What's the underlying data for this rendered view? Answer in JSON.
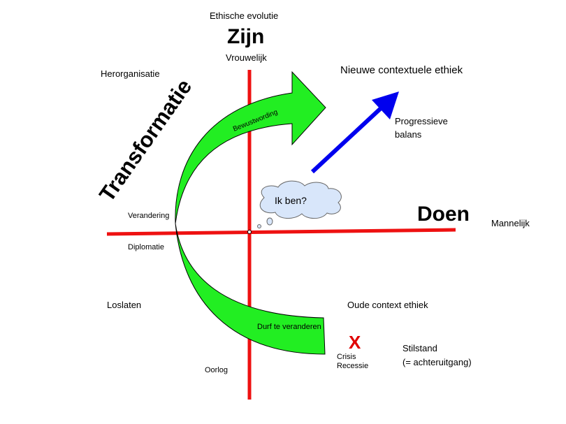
{
  "labels": {
    "ethical_evolution": "Ethische evolutie",
    "being": "Zijn",
    "feminine": "Vrouwelijk",
    "reorganisation": "Herorganisatie",
    "new_ethics": "Nieuwe contextuele ethiek",
    "progressive_balance_line1": "Progressieve",
    "progressive_balance_line2": "balans",
    "transformation": "Transformatie",
    "awareness": "Bewustwording",
    "i_am": "Ik ben?",
    "doing": "Doen",
    "masculine": "Mannelijk",
    "change": "Verandering",
    "diplomacy": "Diplomatie",
    "letting_go": "Loslaten",
    "old_ethics": "Oude context ethiek",
    "dare_to_change": "Durf te veranderen",
    "crisis_mark": "X",
    "crisis": "Crisis",
    "recession": "Recessie",
    "standstill_line1": "Stilstand",
    "standstill_line2": "(= achteruitgang)",
    "war": "Oorlog"
  },
  "colors": {
    "axis": "#ee1111",
    "arrow_fill": "#22ee22",
    "arrow_stroke": "#000000",
    "progress_arrow": "#0000ee",
    "cloud_fill": "#d8e6fa",
    "cloud_stroke": "#666666",
    "crisis_mark": "#e00000"
  }
}
